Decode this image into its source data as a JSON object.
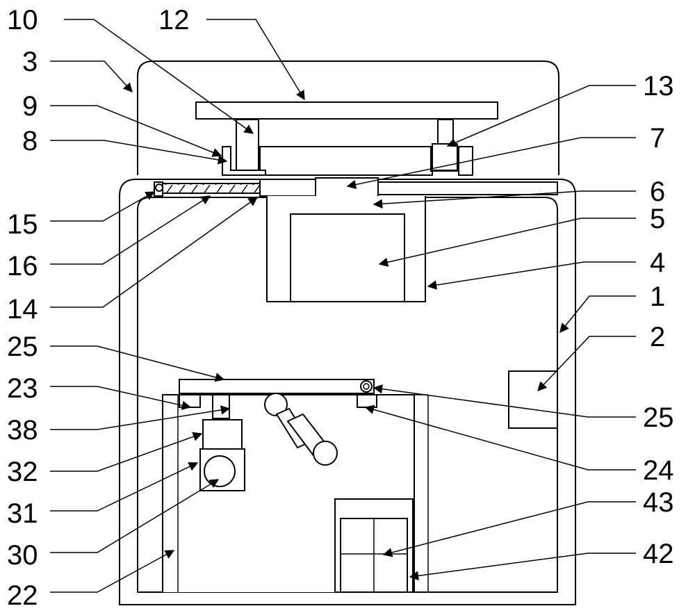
{
  "labels": {
    "l10": "10",
    "l12": "12",
    "l3": "3",
    "l9": "9",
    "l8": "8",
    "l13": "13",
    "l7": "7",
    "l6": "6",
    "l5": "5",
    "l4": "4",
    "l15": "15",
    "l16": "16",
    "l14": "14",
    "l1": "1",
    "l2": "2",
    "l25a": "25",
    "l23": "23",
    "l38": "38",
    "l32": "32",
    "l31": "31",
    "l30": "30",
    "l22": "22",
    "l25b": "25",
    "l24": "24",
    "l43": "43",
    "l42": "42"
  }
}
